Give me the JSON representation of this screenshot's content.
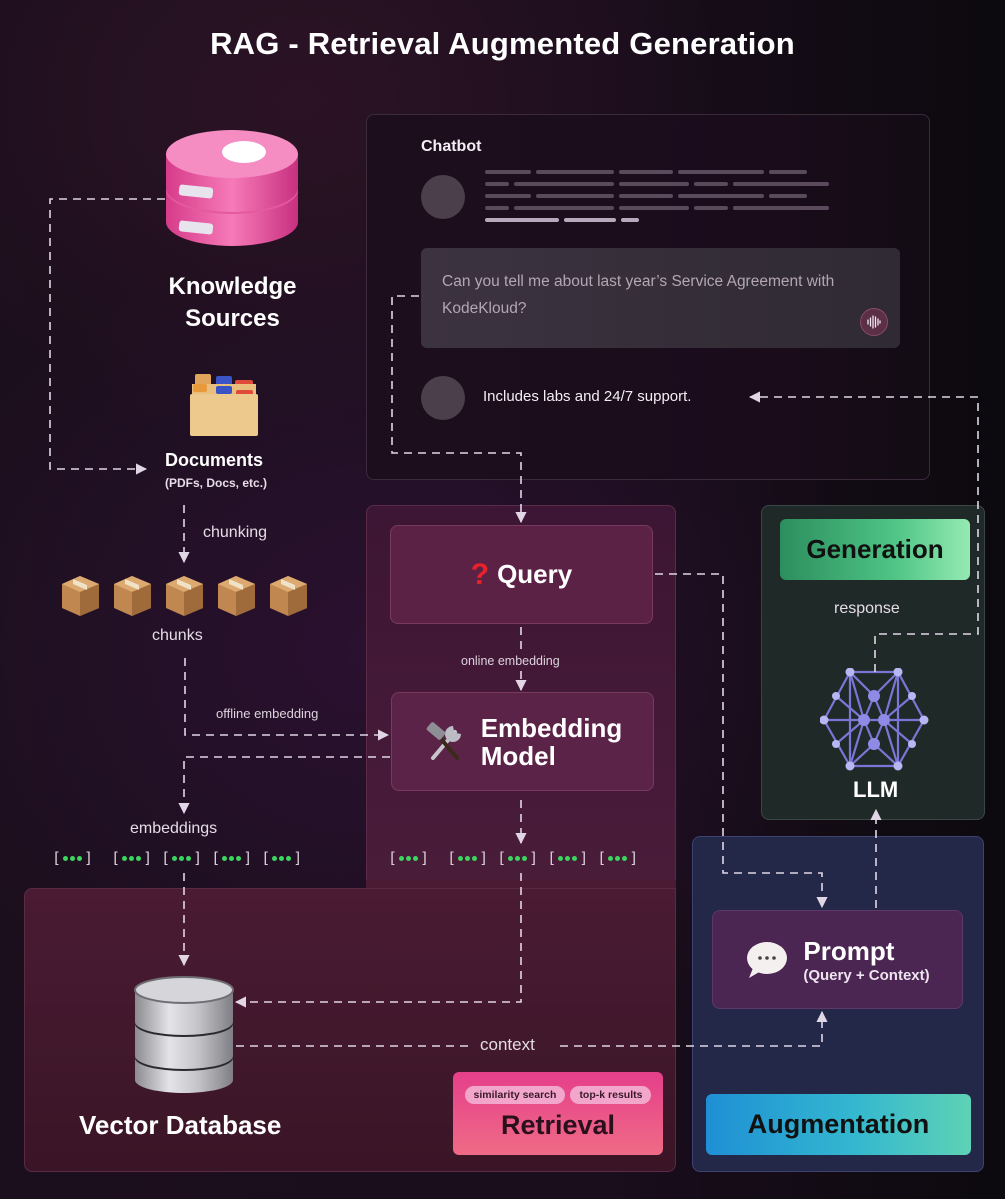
{
  "title": "RAG - Retrieval Augmented Generation",
  "chatbot": {
    "title": "Chatbot",
    "user_query": "Can you tell me about last year’s Service Agreement with KodeKloud?",
    "bot_reply": "Includes labs and 24/7 support.",
    "mic_icon": "waveform-icon"
  },
  "knowledge": {
    "title_line1": "Knowledge",
    "title_line2": "Sources",
    "icon": "database-icon"
  },
  "documents": {
    "title": "Documents",
    "subtitle": "(PDFs, Docs, etc.)",
    "icon": "card-index-box-icon"
  },
  "flow_labels": {
    "chunking": "chunking",
    "chunks": "chunks",
    "offline_embedding": "offline embedding",
    "online_embedding": "online embedding",
    "embeddings": "embeddings",
    "context": "context",
    "response": "response"
  },
  "embedding_vectors": {
    "left_count": 5,
    "right_count": 5,
    "dot_color": "#3bd65f"
  },
  "nodes": {
    "query": {
      "label": "Query",
      "icon": "question-mark-icon"
    },
    "embedding_model": {
      "label_line1": "Embedding",
      "label_line2": "Model",
      "icon": "hammer-and-wrench-icon"
    },
    "vector_db": {
      "label": "Vector Database",
      "icon": "database-cylinder-icon"
    },
    "llm": {
      "label": "LLM",
      "icon": "neural-network-icon"
    },
    "prompt": {
      "label": "Prompt",
      "sublabel": "(Query + Context)",
      "icon": "speech-bubble-icon"
    }
  },
  "stages": {
    "retrieval": {
      "label": "Retrieval",
      "pills": [
        "similarity search",
        "top-k results"
      ],
      "color": "#e53f8a"
    },
    "augmentation": {
      "label": "Augmentation",
      "color": "#33b7d0"
    },
    "generation": {
      "label": "Generation",
      "color": "#4ec485"
    }
  }
}
